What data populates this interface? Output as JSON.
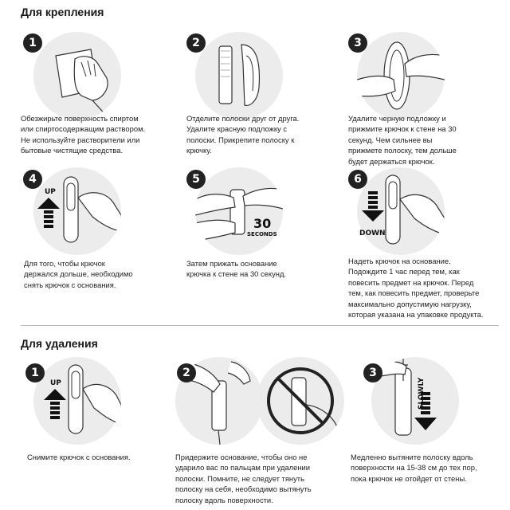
{
  "mount": {
    "title": "Для крепления",
    "steps": [
      {
        "num": "1",
        "lines": [
          "Обезжирьте поверхность спиртом",
          "или спиртосодержащим раствором.",
          "Не используйте растворители или",
          "бытовые чистящие средства."
        ]
      },
      {
        "num": "2",
        "lines": [
          "Отделите полоски друг от друга.",
          "Удалите красную подложку с",
          "полоски. Прикрепите полоску к",
          "крючку."
        ]
      },
      {
        "num": "3",
        "lines": [
          "Удалите черную подложку и",
          "прижмите крючок к стене на 30",
          "секунд. Чем сильнее вы",
          "прижмете полоску, тем дольше",
          "будет держаться крючок."
        ]
      },
      {
        "num": "4",
        "label": "UP",
        "lines": [
          "Для того, чтобы крючок",
          "держался дольше, необходимо",
          "снять крючок с основания."
        ]
      },
      {
        "num": "5",
        "label": "30",
        "sublabel": "SECONDS",
        "lines": [
          "Затем прижать основание",
          "крючка к стене на 30 секунд."
        ]
      },
      {
        "num": "6",
        "label": "DOWN",
        "lines": [
          "Надеть крючок на основание.",
          "Подождите 1 час перед тем, как",
          "повесить предмет на крючок. Перед",
          "тем, как повесить предмет, проверьте",
          "максимально допустимую нагрузку,",
          "которая указана на упаковке продукта."
        ]
      }
    ]
  },
  "removal": {
    "title": "Для удаления",
    "steps": [
      {
        "num": "1",
        "label": "UP",
        "lines": [
          "Снимите крючок с основания."
        ]
      },
      {
        "num": "2",
        "lines": [
          "Придержите основание, чтобы оно не",
          "ударило вас по пальцам при удалении",
          "полоски. Помните, не следует тянуть",
          "полоску на себя, необходимо вытянуть",
          "полоску вдоль поверхности."
        ]
      },
      {
        "num": "3",
        "label": "SLOWLY",
        "lines": [
          "Медленно вытяните полоску вдоль",
          "поверхности на 15-38 см до тех пор,",
          "пока крючок не отойдет от стены."
        ]
      }
    ]
  }
}
